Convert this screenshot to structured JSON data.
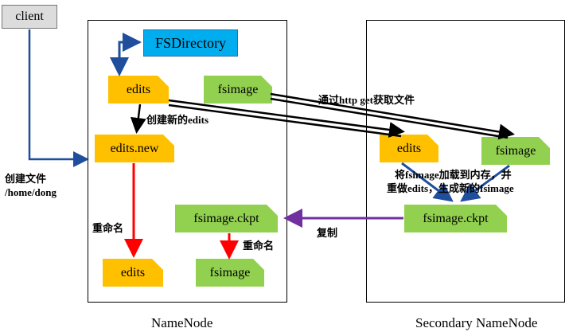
{
  "client": {
    "label": "client"
  },
  "namenode": {
    "caption": "NameNode",
    "fsdirectory": "FSDirectory",
    "edits_top": "edits",
    "fsimage_top": "fsimage",
    "edits_new": "edits.new",
    "fsimage_ckpt": "fsimage.ckpt",
    "edits_bottom": "edits",
    "fsimage_bottom": "fsimage"
  },
  "secondary": {
    "caption": "Secondary NameNode",
    "edits": "edits",
    "fsimage": "fsimage",
    "fsimage_ckpt": "fsimage.ckpt"
  },
  "labels": {
    "create_file_line1": "创建文件",
    "create_file_line2": "/home/dong",
    "create_new_edits": "创建新的edits",
    "http_get": "通过http get获取文件",
    "load_line1": "将fsimage加载到内存，并",
    "load_line2": "重做edits，生成新的fsimage",
    "rename_left": "重命名",
    "rename_right": "重命名",
    "copy": "复制"
  },
  "colors": {
    "client": "#dcdcdc",
    "fsdirectory": "#00aeef",
    "edits": "#ffc000",
    "fsimage": "#92d050",
    "arrow_blue": "#1f4e9c",
    "arrow_black": "#000000",
    "arrow_red": "#ff0000",
    "arrow_purple": "#7030a0"
  }
}
